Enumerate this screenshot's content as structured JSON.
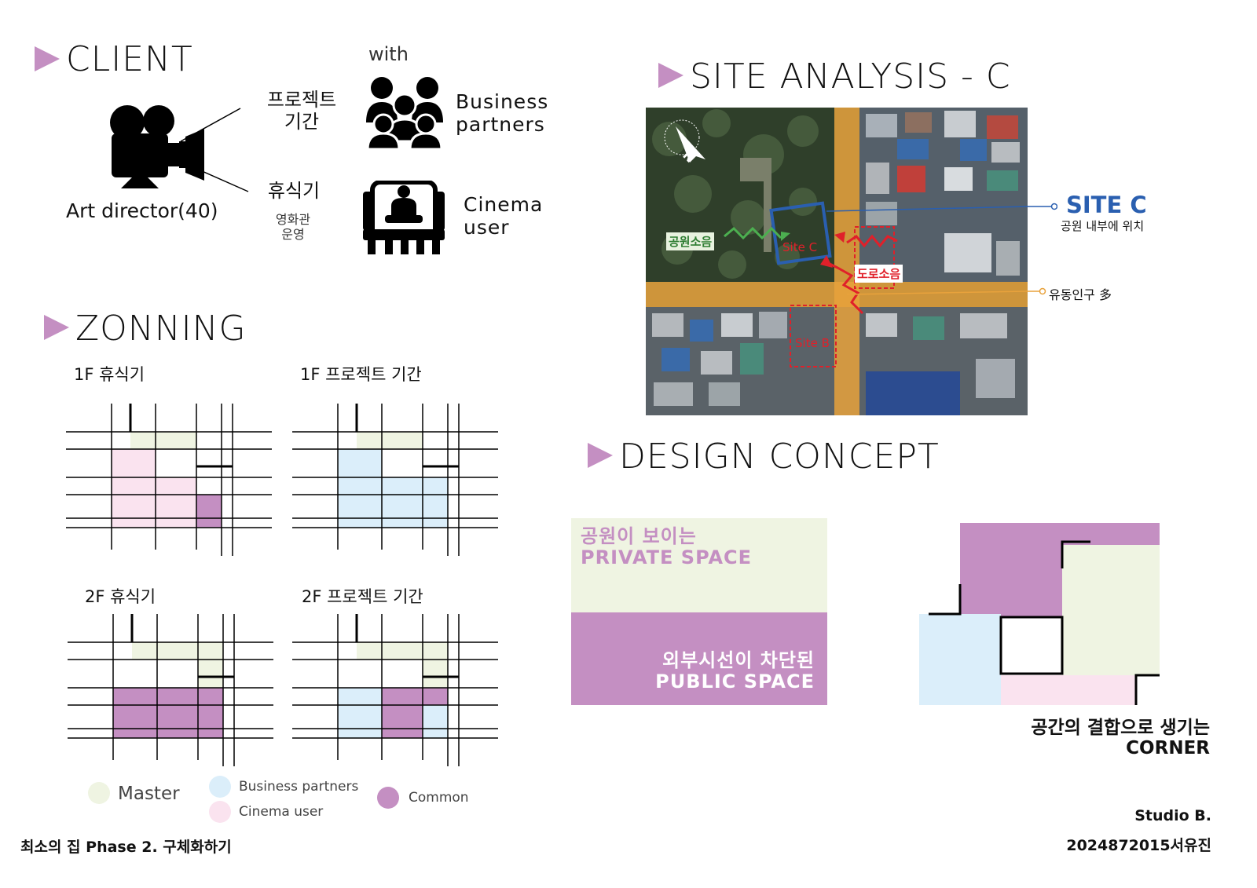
{
  "colors": {
    "accent": "#c48fc2",
    "master": "#eff4e2",
    "business": "#dbeefa",
    "cinema": "#fae3ef",
    "common": "#c48fc2",
    "site_blue": "#2a5fb0",
    "site_red": "#e0202a",
    "road_orange": "#e8a23c"
  },
  "client": {
    "title": "CLIENT",
    "with_label": "with",
    "person_label": "Art director(40)",
    "project_line1": "프로젝트",
    "project_line2": "기간",
    "rest_label": "휴식기",
    "rest_sub_line1": "영화관",
    "rest_sub_line2": "운영",
    "business_line1": "Business",
    "business_line2": "partners",
    "cinema_line1": "Cinema",
    "cinema_line2": "user",
    "icons": [
      "movie-camera-icon",
      "group-people-icon",
      "cinema-seat-icon"
    ]
  },
  "zoning": {
    "title": "ZONNING",
    "plans": [
      {
        "label": "1F 휴식기"
      },
      {
        "label": "1F 프로젝트 기간"
      },
      {
        "label": "2F 휴식기"
      },
      {
        "label": "2F 프로젝트 기간"
      }
    ],
    "legend": {
      "master": "Master",
      "business": "Business partners",
      "cinema": "Cinema user",
      "common": "Common"
    }
  },
  "site": {
    "title": "SITE ANALYSIS - C",
    "north": "N",
    "park_noise": "공원소음",
    "road_noise": "도로소음",
    "site_c_map": "Site C",
    "site_b_map": "Site B",
    "site_c_label": "SITE C",
    "site_c_desc": "공원 내부에 위치",
    "traffic": "유동인구 多"
  },
  "concept": {
    "title": "DESIGN CONCEPT",
    "private_line1": "공원이 보이는",
    "private_line2": "PRIVATE SPACE",
    "public_line1": "외부시선이 차단된",
    "public_line2": "PUBLIC SPACE",
    "corner_line1": "공간의 결합으로 생기는",
    "corner_line2": "CORNER"
  },
  "footer": {
    "project": "최소의 집 Phase 2. 구체화하기",
    "studio": "Studio B.",
    "student": "2024872015서유진"
  }
}
